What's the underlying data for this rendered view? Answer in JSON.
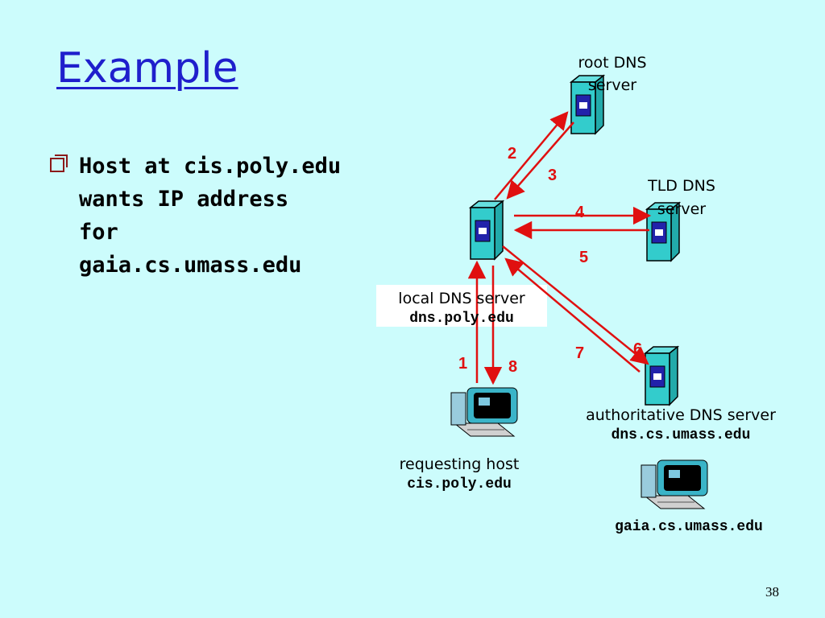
{
  "slide": {
    "title": "Example",
    "bullet_lines": [
      "Host at cis.poly.edu",
      "wants IP address",
      "for",
      "gaia.cs.umass.edu"
    ],
    "page_number": "38"
  },
  "nodes": {
    "root": {
      "line1": "root DNS",
      "line2": "server"
    },
    "tld": {
      "line1": "TLD DNS",
      "line2": "server"
    },
    "local": {
      "line1": "local DNS server",
      "line2": "dns.poly.edu"
    },
    "authoritative": {
      "line1": "authoritative DNS server",
      "line2": "dns.cs.umass.edu"
    },
    "requesting": {
      "line1": "requesting host",
      "line2": "cis.poly.edu"
    },
    "gaia": {
      "line1": "gaia.cs.umass.edu"
    }
  },
  "steps": [
    "1",
    "2",
    "3",
    "4",
    "5",
    "6",
    "7",
    "8"
  ],
  "colors": {
    "background": "#ccfcfc",
    "title": "#1f1fcc",
    "arrow": "#e01010",
    "server": "#33cccc",
    "bullet": "#8b1a1a"
  }
}
